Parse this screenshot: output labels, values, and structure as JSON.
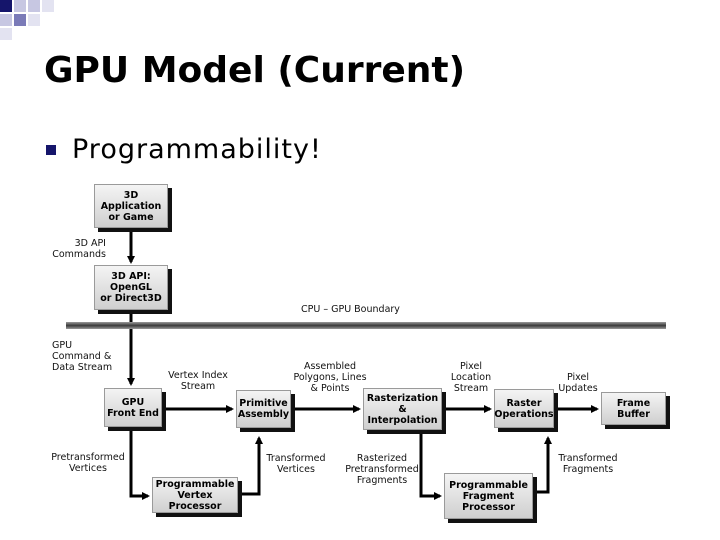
{
  "slide": {
    "title": "GPU Model (Current)",
    "bullet": "Programmability!"
  },
  "diagram": {
    "boxes": {
      "app": "3D\nApplication\nor Game",
      "api": "3D API:\nOpenGL\nor Direct3D",
      "front_end": "GPU\nFront End",
      "primitive_assembly": "Primitive\nAssembly",
      "rasterization": "Rasterization &\nInterpolation",
      "raster_ops": "Raster\nOperations",
      "frame_buffer": "Frame Buffer",
      "vertex_processor": "Programmable\nVertex Processor",
      "fragment_processor": "Programmable\nFragment\nProcessor"
    },
    "labels": {
      "api_commands": "3D API\nCommands",
      "boundary": "CPU – GPU Boundary",
      "command_stream": "GPU\nCommand &\nData Stream",
      "vertex_index_stream": "Vertex Index\nStream",
      "assembled_polygons": "Assembled\nPolygons, Lines\n& Points",
      "pixel_location_stream": "Pixel\nLocation\nStream",
      "pixel_updates": "Pixel\nUpdates",
      "pretransformed_vertices": "Pretransformed\nVertices",
      "transformed_vertices": "Transformed\nVertices",
      "rasterized_fragments": "Rasterized\nPretransformed\nFragments",
      "transformed_fragments": "Transformed\nFragments"
    }
  },
  "colors": {
    "bullet": "#15156b",
    "corner_dark": "#15156b",
    "corner_mid": "#7b7bb8",
    "corner_light": "#c7c7e2"
  }
}
